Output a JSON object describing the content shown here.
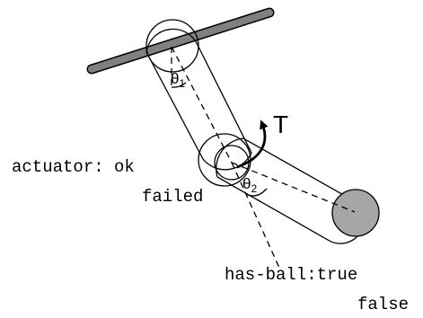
{
  "labels": {
    "torque": "T",
    "theta1_base": "θ",
    "theta1_sub": "1",
    "theta2_base": "θ",
    "theta2_sub": "2",
    "actuator_status": "actuator: ok",
    "actuator_alt": "failed",
    "has_ball_status": "has-ball:true",
    "has_ball_alt": "false"
  },
  "colors": {
    "bar_fill": "#808080",
    "ball_fill": "#a6a6a6",
    "stroke": "#000000",
    "background": "#ffffff"
  }
}
